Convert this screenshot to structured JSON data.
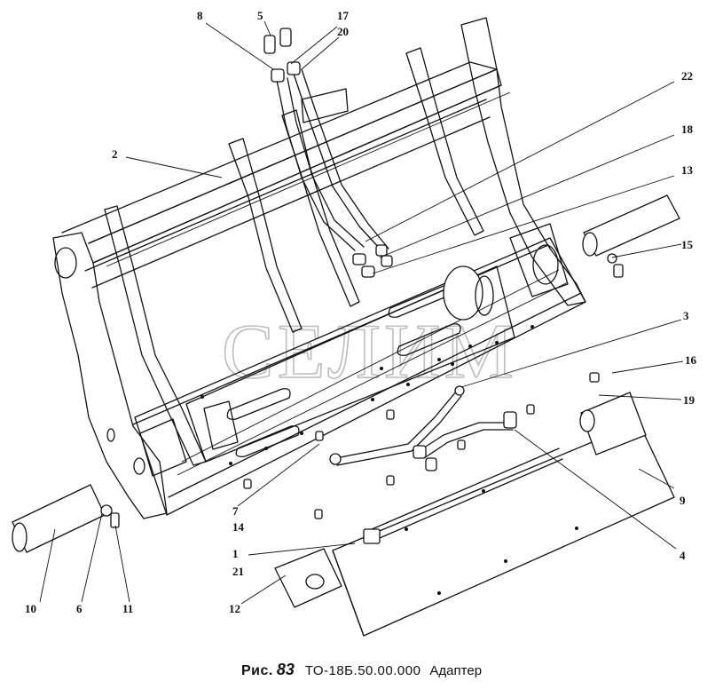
{
  "watermark": "СЕЛИМ",
  "caption": {
    "figure_label": "Рис.",
    "figure_number": "83",
    "drawing_code": "ТО-18Б.50.00.000",
    "title": "Адаптер"
  },
  "callouts": [
    {
      "id": "c8",
      "text": "8"
    },
    {
      "id": "c5",
      "text": "5"
    },
    {
      "id": "c17",
      "text": "17"
    },
    {
      "id": "c20",
      "text": "20"
    },
    {
      "id": "c22",
      "text": "22"
    },
    {
      "id": "c2",
      "text": "2"
    },
    {
      "id": "c18",
      "text": "18"
    },
    {
      "id": "c13",
      "text": "13"
    },
    {
      "id": "c15",
      "text": "15"
    },
    {
      "id": "c3",
      "text": "3"
    },
    {
      "id": "c16",
      "text": "16"
    },
    {
      "id": "c19",
      "text": "19"
    },
    {
      "id": "c9",
      "text": "9"
    },
    {
      "id": "c7",
      "text": "7"
    },
    {
      "id": "c14",
      "text": "14"
    },
    {
      "id": "c1",
      "text": "1"
    },
    {
      "id": "c21",
      "text": "21"
    },
    {
      "id": "c4",
      "text": "4"
    },
    {
      "id": "c12",
      "text": "12"
    },
    {
      "id": "c10",
      "text": "10"
    },
    {
      "id": "c6",
      "text": "6"
    },
    {
      "id": "c11",
      "text": "11"
    }
  ]
}
